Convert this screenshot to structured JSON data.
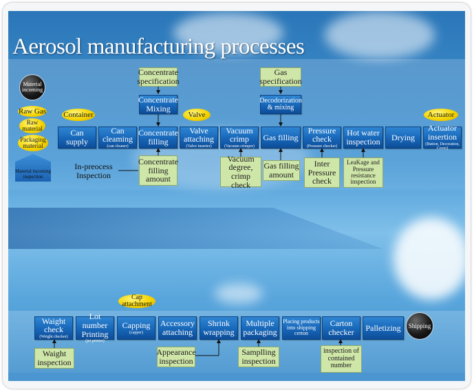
{
  "title": "Aerosol manufacturing processes",
  "legend": {
    "material_incoming": "Material incoming",
    "raw_gas": "Raw Gas",
    "raw_material": "Raw material",
    "packaging_material": "Packaging material",
    "material_incoming_inspection": "Material incoming inspection"
  },
  "top": {
    "tags": {
      "container": "Container",
      "valve": "Valve",
      "actuator": "Actuator"
    },
    "concentrate_specification": "Concentrate specification",
    "concentrate_mixing": "Concentrate Mixing",
    "gas_specification": "Gas specification",
    "decodorization_mixing": "Decodorization & mixing",
    "process": [
      {
        "label": "Can supply",
        "sub": ""
      },
      {
        "label": "Can cleaming",
        "sub": "(can cleaner)"
      },
      {
        "label": "Concentrate filling",
        "sub": ""
      },
      {
        "label": "Valve attaching",
        "sub": "(Valve inserter)"
      },
      {
        "label": "Vacuum crimp",
        "sub": "(Vacuum crimper)"
      },
      {
        "label": "Gas filling",
        "sub": ""
      },
      {
        "label": "Pressure check",
        "sub": "(Pressure checker)"
      },
      {
        "label": "Hot water inspection",
        "sub": ""
      },
      {
        "label": "Drying",
        "sub": ""
      },
      {
        "label": "Actuator insertion",
        "sub": "(Button, Decoration, Cover)"
      }
    ],
    "inprocess_label": "In-preocess Inspection",
    "checks": {
      "concentrate_filling_amount": "Concentrate filling amount",
      "vacuum_degree": "Vacuum degree, crimp check",
      "gas_filling_amount": "Gas filling amount",
      "inter_pressure_check": "Inter Pressure check",
      "leakage": "LeaKage and Pressure resistance inspection"
    }
  },
  "bottom": {
    "cap_attachment": "Cap attachment",
    "shipping": "Shipping",
    "process": [
      {
        "label": "Waight check",
        "sub": "(Weight checker)"
      },
      {
        "label": "Lot number Printing",
        "sub": "(jet printer)"
      },
      {
        "label": "Capping",
        "sub": "(capper)"
      },
      {
        "label": "Accessory attaching",
        "sub": ""
      },
      {
        "label": "Shrink wrapping",
        "sub": ""
      },
      {
        "label": "Multiple packaging",
        "sub": ""
      },
      {
        "label": "Placing products into shipping certon",
        "sub": ""
      },
      {
        "label": "Carton checker",
        "sub": ""
      },
      {
        "label": "Palletizing",
        "sub": ""
      }
    ],
    "checks": {
      "weight_inspection": "Waight inspection",
      "appearance_inspection": "Appearance inspection",
      "sampling_inspection": "Samplling inspection",
      "contained_number": "inspection of contained number"
    }
  },
  "colors": {
    "box": "#1766b8",
    "green": "#cfe6a9",
    "yellow": "#f5d400"
  }
}
